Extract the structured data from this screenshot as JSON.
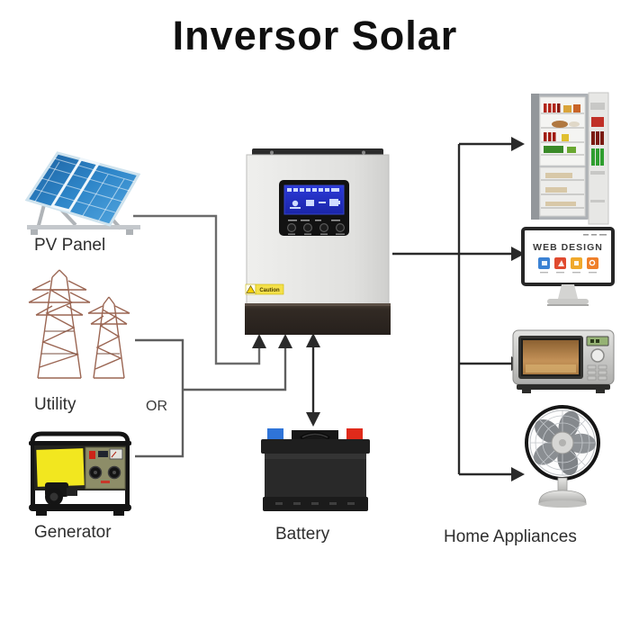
{
  "title": "Inversor Solar",
  "labels": {
    "pv_panel": "PV Panel",
    "utility": "Utility",
    "or": "OR",
    "generator": "Generator",
    "battery": "Battery",
    "home_appliances": "Home Appliances"
  },
  "inverter": {
    "caution_label": "Caution"
  },
  "appliances": {
    "monitor_screen_text": "WEB DESIGN"
  },
  "icons": {
    "solar_panel_icon": "pv-array",
    "utility_tower_icon": "transmission-towers",
    "generator_icon": "portable-generator",
    "inverter_icon": "hybrid-inverter",
    "battery_icon": "lead-acid-battery",
    "fridge_icon": "refrigerator",
    "monitor_icon": "desktop-monitor",
    "microwave_icon": "microwave-oven",
    "fan_icon": "desk-fan",
    "warning_icon": "caution-triangle"
  },
  "colors": {
    "panel_blue": "#2e86c9",
    "panel_blue_dark": "#1c5f9e",
    "tower_brown": "#9b6653",
    "generator_yellow": "#f2e71f",
    "lcd_blue": "#2230c4",
    "battery_terminal_blue": "#2f74d8",
    "battery_terminal_red": "#e02a1a",
    "line_gray": "#6b6b6b",
    "arrow_black": "#2a2a2a",
    "tile_blue": "#3b82d4",
    "tile_red": "#e04a2f",
    "tile_amber": "#f0a92c",
    "tile_orange": "#ef7f2a"
  }
}
